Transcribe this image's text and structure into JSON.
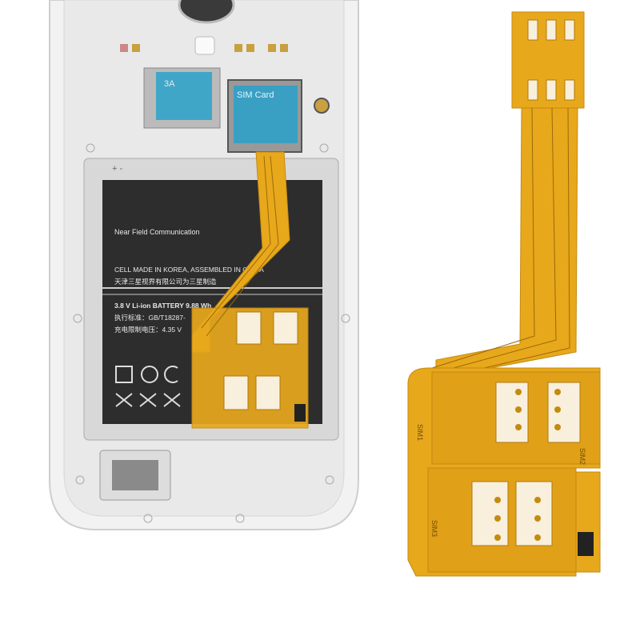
{
  "battery": {
    "nfc": "Near Field Communication",
    "made_in": "CELL MADE IN KOREA, ASSEMBLED IN CHINA",
    "maker_cn": "天津三星视界有限公司为三星制造",
    "spec": "3.8 V Li-ion BATTERY 9.88 Wh",
    "standard": "执行标准：GB/T18287-",
    "voltage": "充电限制电压：4.35 V",
    "polarity": "+ -"
  },
  "sim_slot": {
    "label": "SIM Card"
  },
  "microsd": {
    "label": "3A"
  },
  "adapter": {
    "sim1": "SIM1",
    "sim2": "SIM2",
    "sim3": "SIM3"
  },
  "colors": {
    "flex": "#e8a81c",
    "phone": "#eeeeee",
    "battery": "#2b2b2b"
  }
}
